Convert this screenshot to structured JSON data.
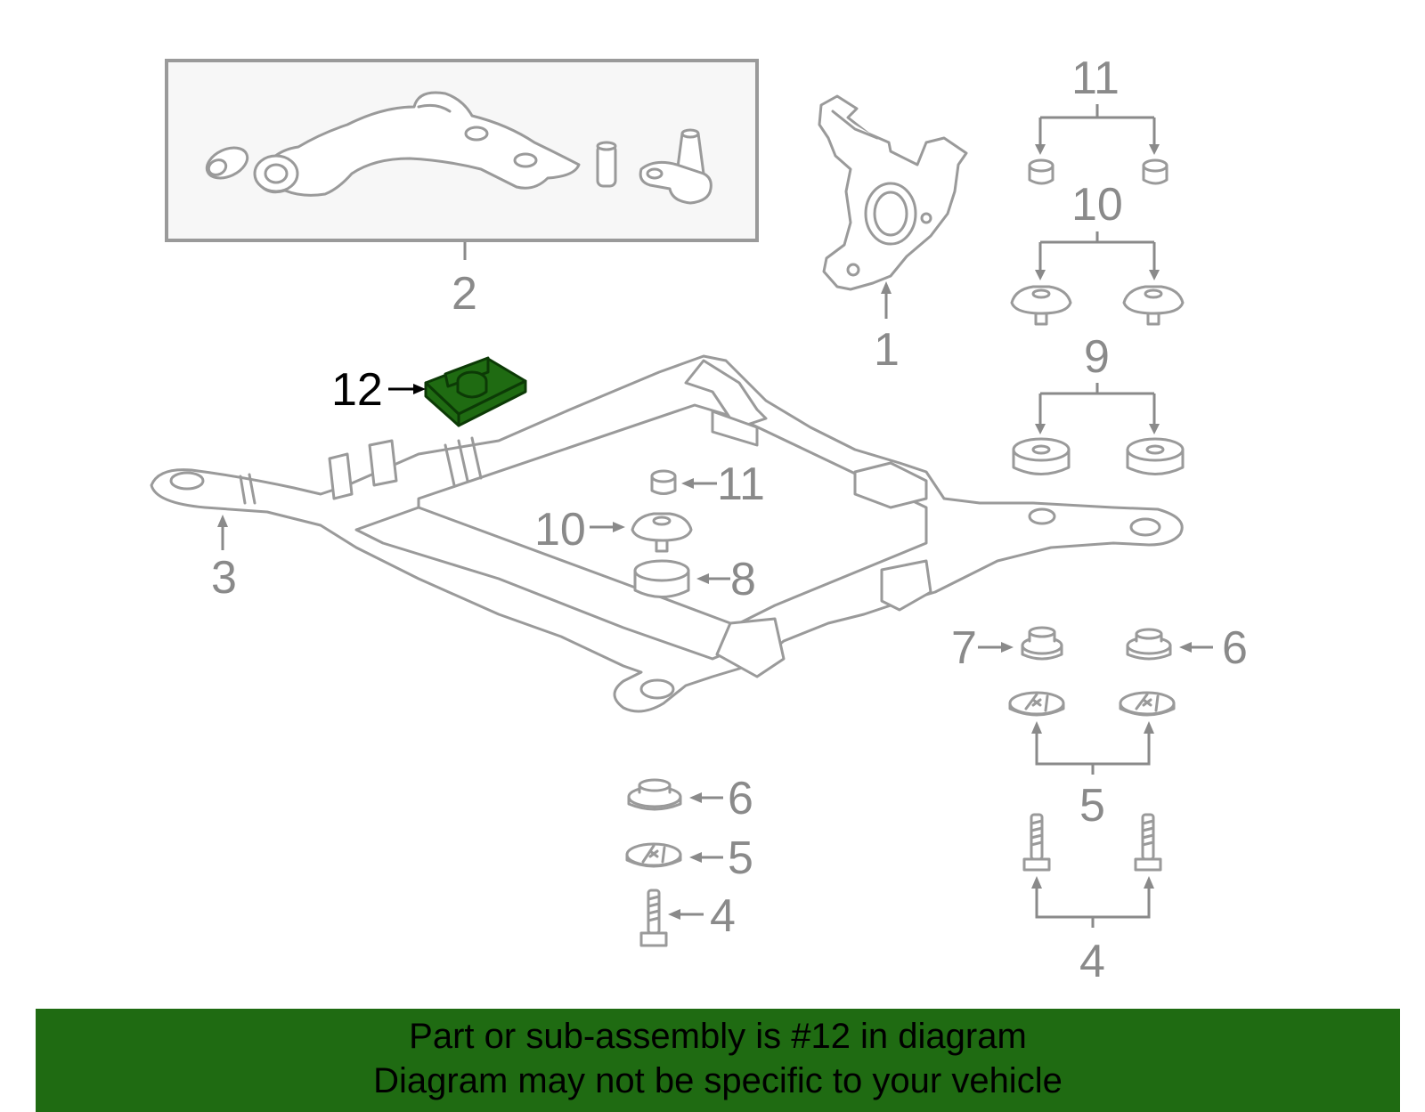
{
  "callouts": {
    "c1": "1",
    "c2": "2",
    "c3": "3",
    "c4a": "4",
    "c4b": "4",
    "c5a": "5",
    "c5b": "5",
    "c6a": "6",
    "c6b": "6",
    "c7": "7",
    "c8": "8",
    "c9": "9",
    "c10a": "10",
    "c10b": "10",
    "c11a": "11",
    "c11b": "11",
    "c12": "12"
  },
  "highlight": {
    "part": "12",
    "color": "#1f6b12"
  },
  "banner": {
    "line1": "Part or sub-assembly is #12 in diagram",
    "line2": "Diagram may not be specific to your vehicle",
    "background": "#1f6b12"
  }
}
